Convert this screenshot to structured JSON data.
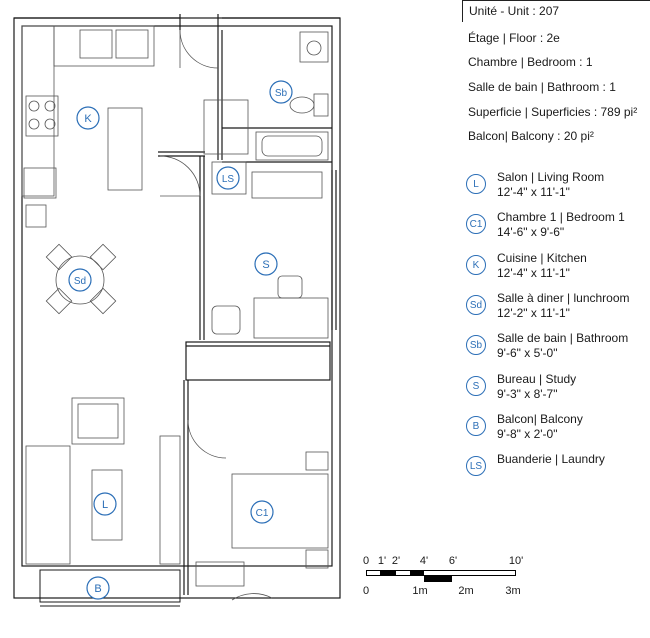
{
  "unit": {
    "title": "Unité - Unit : 207",
    "floor": "Étage | Floor : 2e",
    "bedroom": "Chambre | Bedroom : 1",
    "bathroom": "Salle de bain | Bathroom : 1",
    "area": "Superficie | Superficies : 789 pi²",
    "balcony": "Balcon| Balcony  : 20 pi²"
  },
  "legend": [
    {
      "code": "L",
      "name": "Salon | Living Room",
      "dims": "12'-4\" x 11'-1\""
    },
    {
      "code": "C1",
      "name": "Chambre 1 | Bedroom 1",
      "dims": "14'-6\" x 9'-6\""
    },
    {
      "code": "K",
      "name": "Cuisine | Kitchen",
      "dims": "12'-4\" x 11'-1\""
    },
    {
      "code": "Sd",
      "name": "Salle à diner | lunchroom",
      "dims": "12'-2\" x 11'-1\""
    },
    {
      "code": "Sb",
      "name": "Salle de bain | Bathroom",
      "dims": "9'-6\" x 5'-0\""
    },
    {
      "code": "S",
      "name": "Bureau | Study",
      "dims": "9'-3\" x 8'-7\""
    },
    {
      "code": "B",
      "name": "Balcon| Balcony",
      "dims": "9'-8\" x 2'-0\""
    },
    {
      "code": "LS",
      "name": "Buanderie | Laundry",
      "dims": ""
    }
  ],
  "rooms": {
    "kitchen": "K",
    "bathroom": "Sb",
    "laundry": "LS",
    "study": "S",
    "dining": "Sd",
    "living": "L",
    "bedroom": "C1",
    "balcony": "B"
  },
  "scale": {
    "feet_labels": [
      "0",
      "1'",
      "2'",
      "4'",
      "6'",
      "10'"
    ],
    "metric_labels": [
      "0",
      "1m",
      "2m",
      "3m"
    ]
  },
  "colors": {
    "badge": "#2c6fb7",
    "wall": "#1a1a1a",
    "fixture": "#555555",
    "scale_fill": "#000000"
  }
}
